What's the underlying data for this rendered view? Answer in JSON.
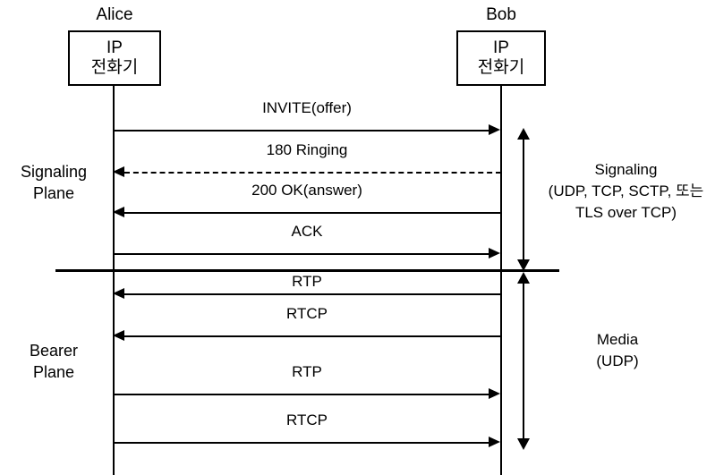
{
  "diagram": {
    "type": "sequence-diagram",
    "title_visible": false,
    "background_color": "#ffffff",
    "line_color": "#000000"
  },
  "endpoints": [
    {
      "id": "alice",
      "title": "Alice",
      "box_line1": "IP",
      "box_line2": "전화기"
    },
    {
      "id": "bob",
      "title": "Bob",
      "box_line1": "IP",
      "box_line2": "전화기"
    }
  ],
  "messages": [
    {
      "label": "INVITE(offer)",
      "direction": "right",
      "style": "solid",
      "plane": "signaling"
    },
    {
      "label": "180 Ringing",
      "direction": "left",
      "style": "dashed",
      "plane": "signaling"
    },
    {
      "label": "200 OK(answer)",
      "direction": "left",
      "style": "solid",
      "plane": "signaling"
    },
    {
      "label": "ACK",
      "direction": "right",
      "style": "solid",
      "plane": "signaling"
    },
    {
      "label": "RTP",
      "direction": "left",
      "style": "solid",
      "plane": "bearer"
    },
    {
      "label": "RTCP",
      "direction": "left",
      "style": "solid",
      "plane": "bearer"
    },
    {
      "label": "RTP",
      "direction": "right",
      "style": "solid",
      "plane": "bearer"
    },
    {
      "label": "RTCP",
      "direction": "right",
      "style": "solid",
      "plane": "bearer"
    }
  ],
  "planes": [
    {
      "id": "signaling",
      "line1": "Signaling",
      "line2": "Plane"
    },
    {
      "id": "bearer",
      "line1": "Bearer",
      "line2": "Plane"
    }
  ],
  "span_notes": [
    {
      "id": "signaling-protocols",
      "line1": "Signaling",
      "line2": "(UDP, TCP, SCTP, 또는",
      "line3": "TLS over TCP)"
    },
    {
      "id": "media-protocols",
      "line1": "Media",
      "line2": "(UDP)",
      "line3": ""
    }
  ]
}
